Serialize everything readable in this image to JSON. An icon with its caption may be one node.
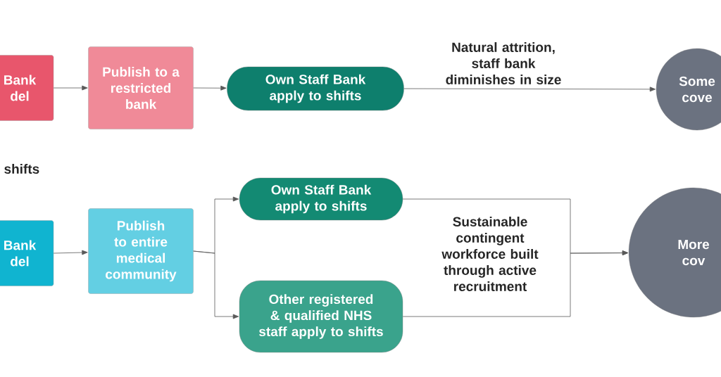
{
  "diagram": {
    "nodes": [
      {
        "text": [
          "Bank del"
        ]
      },
      {
        "text": [
          "Publish to a restricted bank"
        ]
      },
      {
        "text": [
          "Own Staff Bank apply to shifts"
        ]
      },
      {
        "text": [
          "Some cove"
        ]
      },
      {
        "text": [
          "Bank del"
        ]
      },
      {
        "text": [
          "Publish to entire medical community"
        ]
      },
      {
        "text": [
          "Own Staff Bank apply to shifts"
        ]
      },
      {
        "text": [
          "Other registered & qualified NHS staff apply to shifts"
        ]
      },
      {
        "text": [
          "More cov"
        ]
      }
    ],
    "edges": [
      {
        "from": 0,
        "to": 1,
        "arrow": "to"
      },
      {
        "from": 1,
        "to": 2,
        "arrow": "to"
      },
      {
        "from": 2,
        "to": 3,
        "arrow": "to",
        "label": "Natural attrition, staff bank diminishes in size"
      },
      {
        "from": 4,
        "to": 5,
        "arrow": "to"
      },
      {
        "from": 5,
        "to": 6,
        "arrow": "to"
      },
      {
        "from": 5,
        "to": 7,
        "arrow": "to"
      },
      {
        "from": 6,
        "to": 8,
        "arrow": "to"
      },
      {
        "from": 7,
        "to": 8,
        "arrow": "to"
      }
    ],
    "labels": [
      "shifts",
      "Sustainable contingent workforce built through active recruitment"
    ]
  }
}
